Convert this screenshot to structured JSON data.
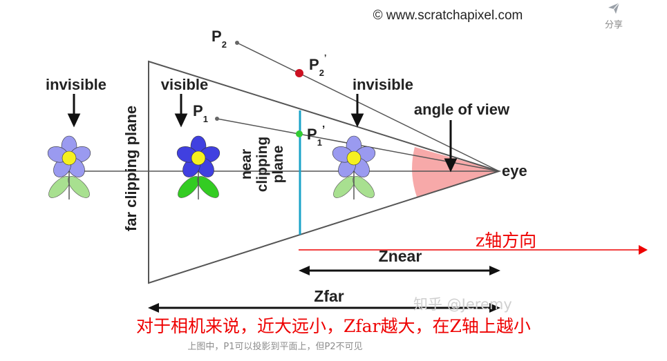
{
  "credit": "© www.scratchapixel.com",
  "share": {
    "label": "分享",
    "icon": "paper-plane-icon"
  },
  "labels": {
    "invisible_left": "invisible",
    "visible": "visible",
    "invisible_right": "invisible",
    "far_plane": "far clipping plane",
    "near_plane_1": "near",
    "near_plane_2": "clipping",
    "near_plane_3": "plane",
    "angle_of_view": "angle of view",
    "eye": "eye",
    "znear": "Znear",
    "zfar": "Zfar"
  },
  "points": {
    "p2": {
      "main": "P",
      "sub": "2"
    },
    "p2_prime": {
      "main": "P",
      "sub": "2",
      "mark": "’"
    },
    "p1": {
      "main": "P",
      "sub": "1"
    },
    "p1_prime": {
      "main": "P",
      "sub": "1",
      "mark": "’"
    }
  },
  "annotations": {
    "z_axis": "z轴方向",
    "main_note": "对于相机来说，近大远小，Zfar越大，在Z轴上越小"
  },
  "watermark": "知乎 @Jeremy",
  "caption": "上图中，P1可以投影到平面上，但P2不可见",
  "colors": {
    "annotation_red": "#ee0000",
    "near_plane": "#1aa3c8",
    "p2_prime_dot": "#cc1122",
    "p1_prime_dot": "#33cc33",
    "angle_fill": "#f7a9a9",
    "flower_visible": "#4040e0",
    "flower_invisible": "#9a9af0",
    "flower_center": "#f5f020",
    "leaf_visible": "#33cc22",
    "leaf_invisible": "#a8e090",
    "line": "#555555"
  }
}
